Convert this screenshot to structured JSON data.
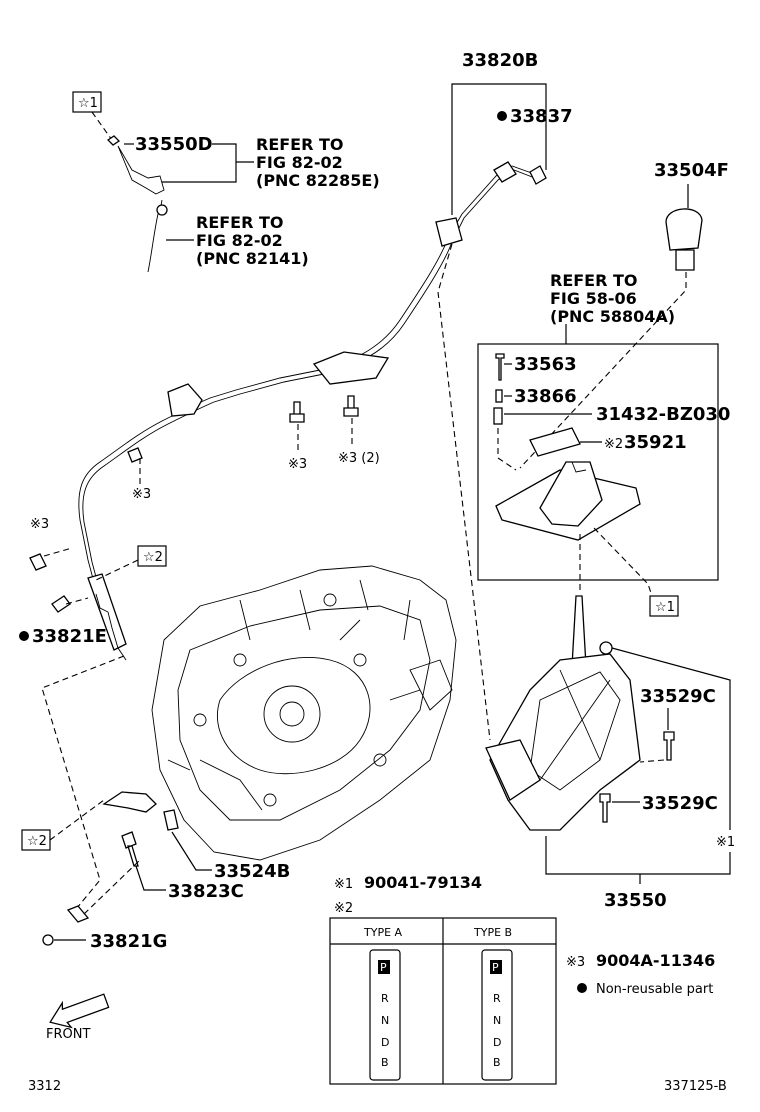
{
  "parts": {
    "p33820B": "33820B",
    "p33837": "33837",
    "p33550D": "33550D",
    "p33504F": "33504F",
    "p33563": "33563",
    "p33866": "33866",
    "p31432": "31432-BZ030",
    "p35921": "35921",
    "p33821E": "33821E",
    "p33529C_a": "33529C",
    "p33529C_b": "33529C",
    "p33524B": "33524B",
    "p33823C": "33823C",
    "p33550": "33550",
    "p33821G": "33821G"
  },
  "refs": {
    "ref1": {
      "l1": "REFER TO",
      "l2": "FIG 82-02",
      "l3": "(PNC 82285E)"
    },
    "ref2": {
      "l1": "REFER TO",
      "l2": "FIG 82-02",
      "l3": "(PNC 82141)"
    },
    "ref3": {
      "l1": "REFER TO",
      "l2": "FIG 58-06",
      "l3": "(PNC 58804A)"
    }
  },
  "marks": {
    "star1": "☆1",
    "star2": "☆2",
    "x1": "※1",
    "x2": "※2",
    "x3": "※3",
    "x3qty": "※3 (2)",
    "dot": "●"
  },
  "legend": {
    "note1_mark": "※1",
    "note1_value": "90041-79134",
    "note2_mark": "※2",
    "note3_mark": "※3",
    "note3_value": "9004A-11346",
    "nonreusable": "Non-reusable part",
    "typeA": "TYPE A",
    "typeB": "TYPE B",
    "indicator": [
      "P",
      "R",
      "N",
      "D",
      "B"
    ]
  },
  "front_label": "FRONT",
  "page_number": "3312",
  "figure_id": "337125-B"
}
